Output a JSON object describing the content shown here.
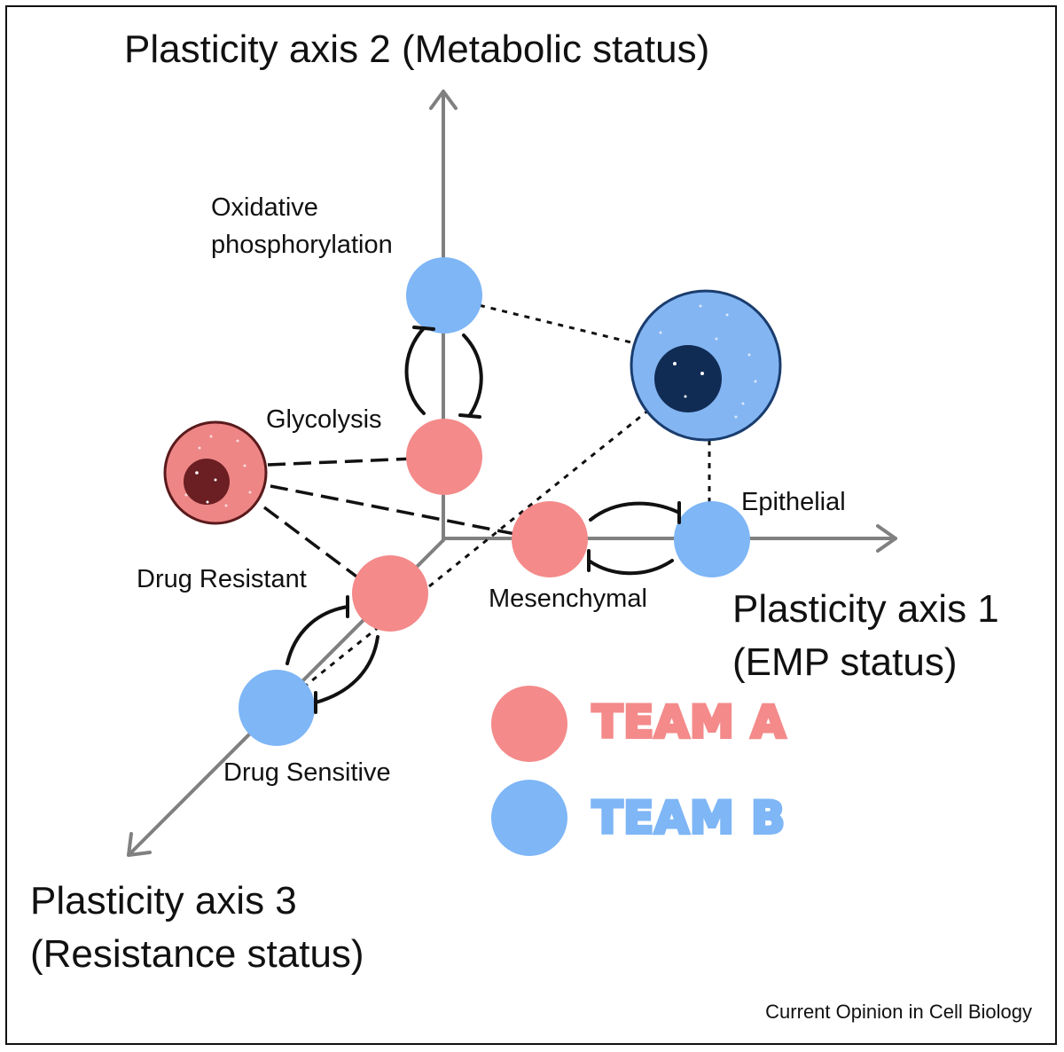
{
  "axes": {
    "axis2": "Plasticity axis 2 (Metabolic status)",
    "axis1_line1": "Plasticity axis 1",
    "axis1_line2": "(EMP status)",
    "axis3_line1": "Plasticity axis 3",
    "axis3_line2": "(Resistance status)"
  },
  "nodes": {
    "oxphos_line1": "Oxidative",
    "oxphos_line2": "phosphorylation",
    "glycolysis": "Glycolysis",
    "epithelial": "Epithelial",
    "mesenchymal": "Mesenchymal",
    "drug_resistant": "Drug Resistant",
    "drug_sensitive": "Drug Sensitive"
  },
  "legend": {
    "team_a": "TEAM A",
    "team_b": "TEAM B"
  },
  "colors": {
    "team_a": "#f48a8a",
    "team_b": "#7eb6f6",
    "team_a_cell": "#ee8686",
    "team_a_nucleus": "#6b1f22",
    "team_b_cell": "#83b5f2",
    "team_b_nucleus": "#102c55",
    "axis": "#808080"
  },
  "source": "Current Opinion in Cell Biology"
}
